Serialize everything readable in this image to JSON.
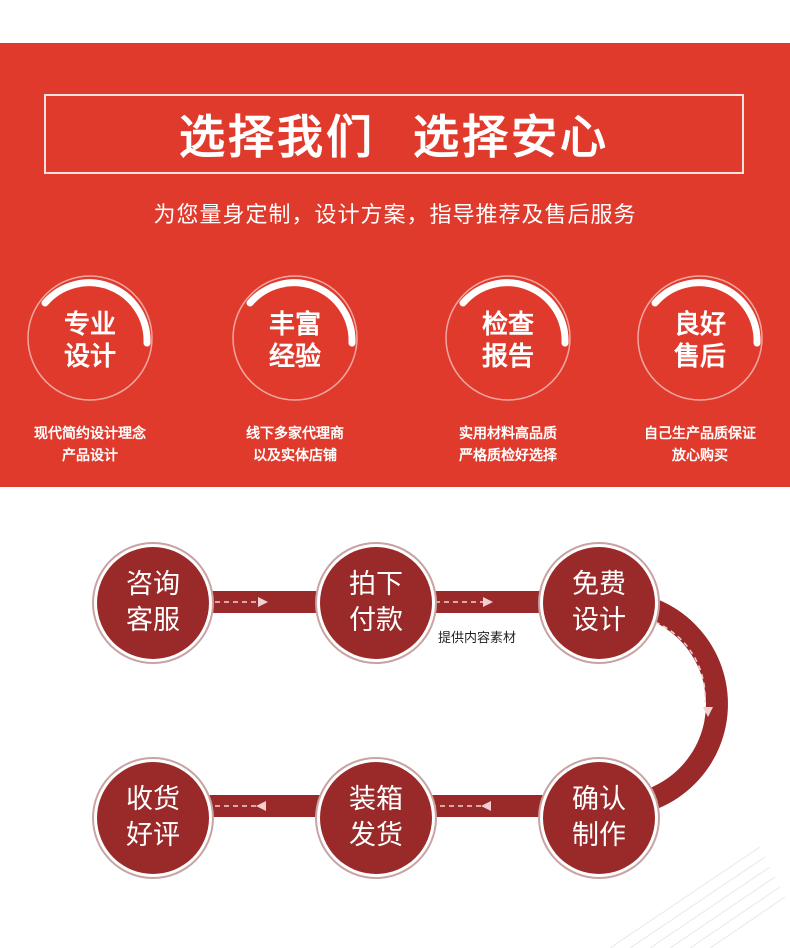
{
  "header": {
    "title": "选择我们  选择安心",
    "subtitle": "为您量身定制，设计方案，指导推荐及售后服务"
  },
  "features": [
    {
      "title_line1": "专业",
      "title_line2": "设计",
      "desc_line1": "现代简约设计理念",
      "desc_line2": "产品设计"
    },
    {
      "title_line1": "丰富",
      "title_line2": "经验",
      "desc_line1": "线下多家代理商",
      "desc_line2": "以及实体店铺"
    },
    {
      "title_line1": "检查",
      "title_line2": "报告",
      "desc_line1": "实用材料高品质",
      "desc_line2": "严格质检好选择"
    },
    {
      "title_line1": "良好",
      "title_line2": "售后",
      "desc_line1": "自己生产品质保证",
      "desc_line2": "放心购买"
    }
  ],
  "process": {
    "steps": [
      {
        "line1": "咨询",
        "line2": "客服"
      },
      {
        "line1": "拍下",
        "line2": "付款"
      },
      {
        "line1": "免费",
        "line2": "设计"
      },
      {
        "line1": "确认",
        "line2": "制作"
      },
      {
        "line1": "装箱",
        "line2": "发货"
      },
      {
        "line1": "收货",
        "line2": "好评"
      }
    ],
    "note": "提供内容素材"
  },
  "colors": {
    "banner_red": "#e03a2c",
    "step_maroon": "#9a2a2a"
  }
}
